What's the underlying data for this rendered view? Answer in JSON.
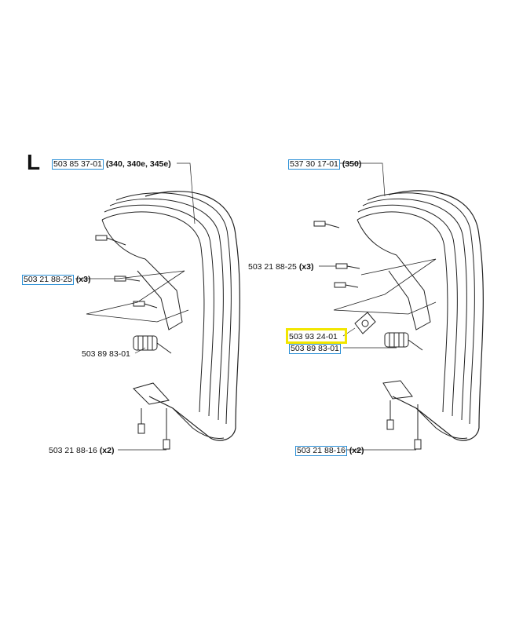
{
  "section_letter": "L",
  "left": {
    "handle": {
      "part": "503 85 37-01",
      "note": "(340, 340e, 345e)"
    },
    "screws_top": {
      "part": "503 21 88-25",
      "qty": "(x3)"
    },
    "damper": {
      "part": "503 89 83-01"
    },
    "screws_bottom": {
      "part": "503 21 88-16",
      "qty": "(x2)"
    }
  },
  "right": {
    "handle": {
      "part": "537 30 17-01",
      "note": "(350)"
    },
    "screws_top": {
      "part": "503 21 88-25",
      "qty": "(x3)"
    },
    "bracket": {
      "part": "503 93 24-01"
    },
    "damper": {
      "part": "503 89 83-01"
    },
    "screws_bottom": {
      "part": "503 21 88-16",
      "qty": "(x2)"
    }
  },
  "colors": {
    "link_border": "#2a8fd6",
    "highlight": "#f2e600"
  }
}
